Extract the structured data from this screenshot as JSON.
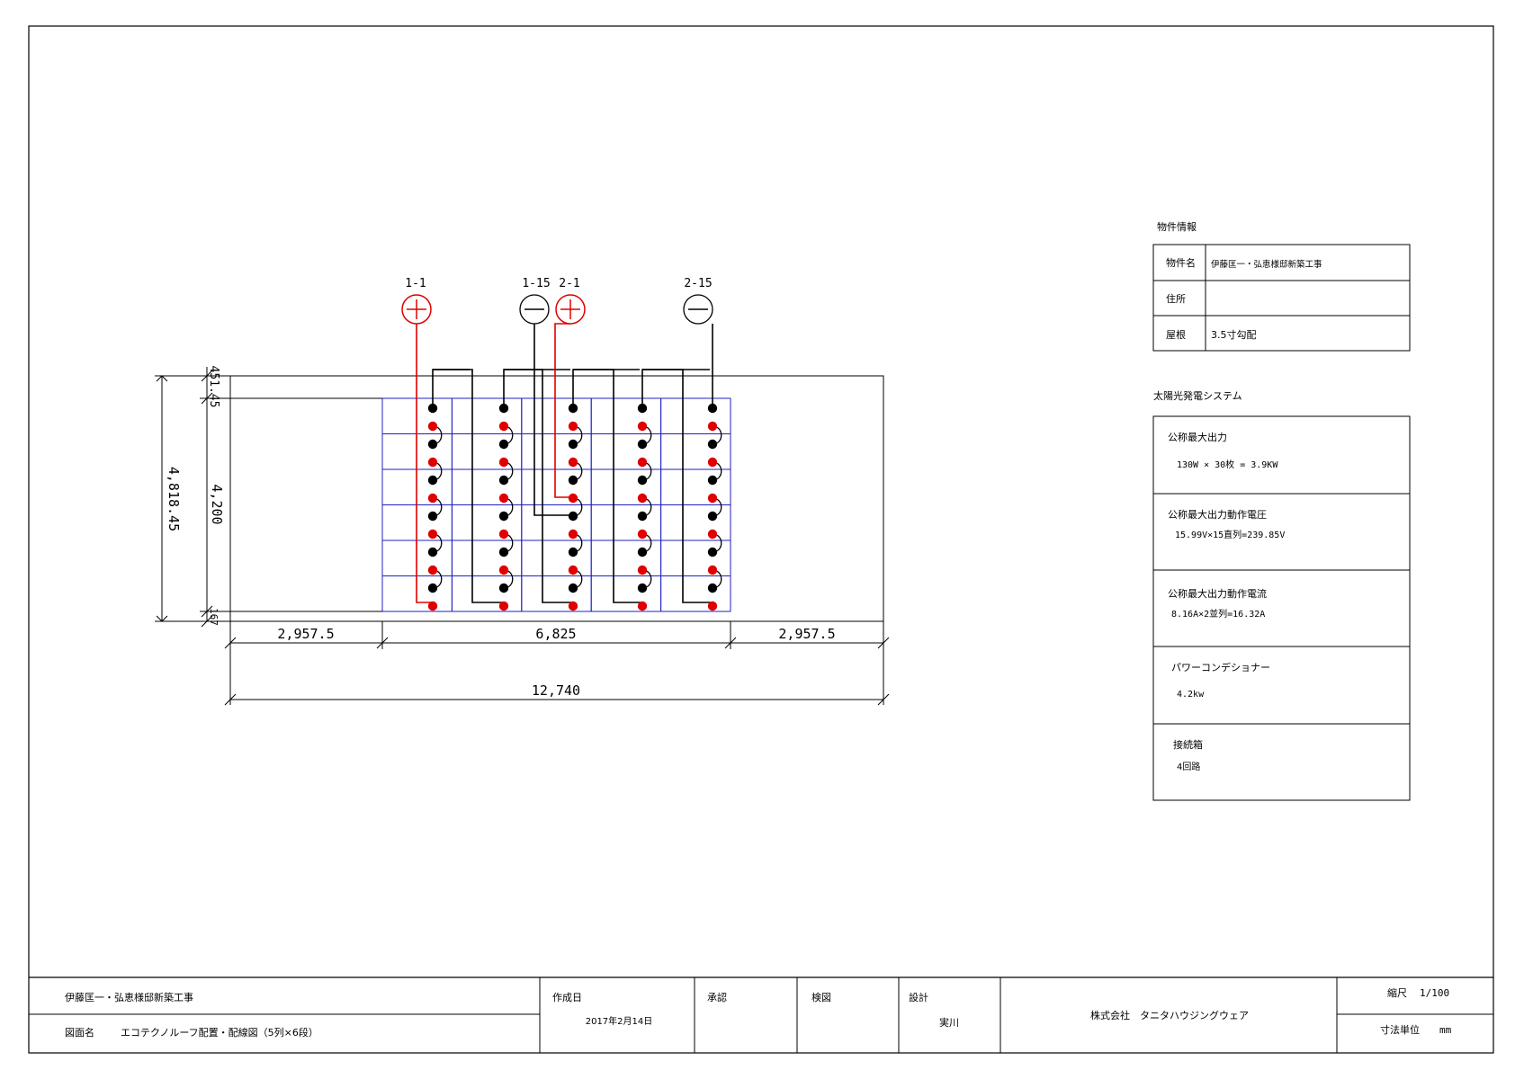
{
  "diagram": {
    "strings": [
      {
        "start_label": "1-1",
        "end_label": "1-15",
        "start_symbol": "+",
        "end_symbol": "−"
      },
      {
        "start_label": "2-1",
        "end_label": "2-15",
        "start_symbol": "+",
        "end_symbol": "−"
      }
    ],
    "layout": {
      "columns": 5,
      "rows": 6
    },
    "dimensions": {
      "left_margin": "2,957.5",
      "array_width": "6,825",
      "right_margin": "2,957.5",
      "roof_width": "12,740",
      "top_gap": "451.45",
      "array_height": "4,200",
      "bottom_gap": "167",
      "roof_height": "4,818.45"
    },
    "colors": {
      "positive": "#e00000",
      "negative": "#000000",
      "grid": "#2020c0"
    }
  },
  "property_info": {
    "heading": "物件情報",
    "rows": [
      {
        "label": "物件名",
        "value": "伊藤匡一・弘恵様邸新築工事"
      },
      {
        "label": "住所",
        "value": ""
      },
      {
        "label": "屋根",
        "value": "3.5寸勾配"
      }
    ]
  },
  "system": {
    "heading": "太陽光発電システム",
    "sections": [
      {
        "title": "公称最大出力",
        "value": "130W  ×  30枚  =  3.9KW"
      },
      {
        "title": "公称最大出力動作電圧",
        "value": "15.99V×15直列=239.85V"
      },
      {
        "title": "公称最大出力動作電流",
        "value": "8.16A×2並列=16.32A"
      },
      {
        "title": "パワーコンデショナー",
        "value": "4.2kw"
      },
      {
        "title": "接続箱",
        "value": "4回路"
      }
    ]
  },
  "title_block": {
    "project_name": "伊藤匡一・弘恵様邸新築工事",
    "drawing_name_label": "図面名",
    "drawing_name": "エコテクノルーフ配置・配線図（5列×6段）",
    "created_label": "作成日",
    "created_date": "2017年2月14日",
    "approval_label": "承認",
    "check_label": "検図",
    "design_label": "設計",
    "designer": "実川",
    "company": "株式会社　タニタハウジングウェア",
    "scale_label": "縮尺",
    "scale_value": "1/100",
    "unit_label": "寸法単位",
    "unit_value": "mm"
  }
}
